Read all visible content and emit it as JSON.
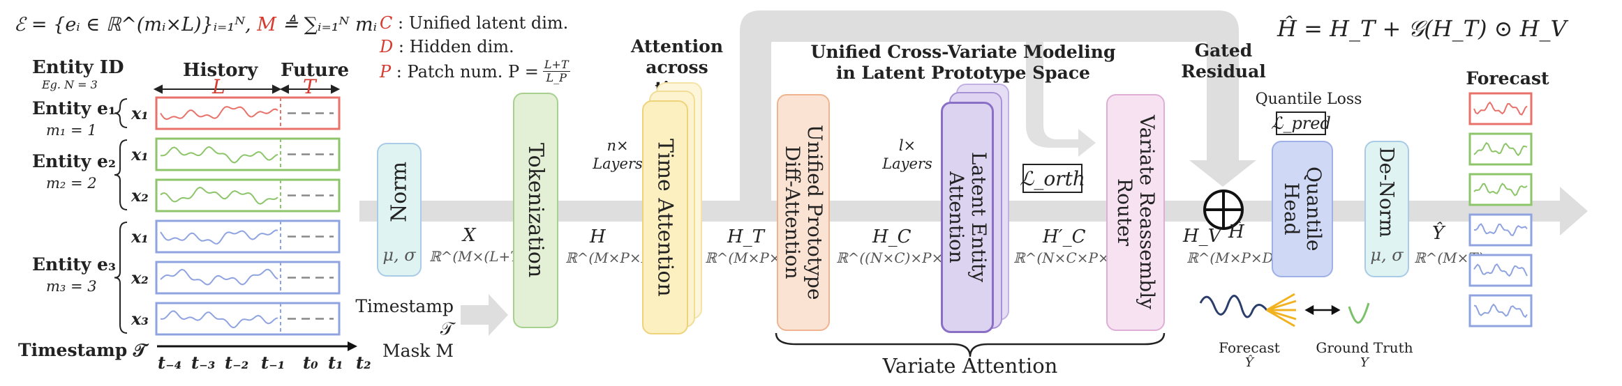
{
  "header": {
    "entity_set_formula": "ℰ = {eᵢ ∈ ℝ^(mᵢ×L)}ᵢ₌₁ᴺ,",
    "m_formula_M": "M",
    "m_formula_rest": "≜ ∑ᵢ₌₁ᴺ mᵢ",
    "h_hat_formula": "Ĥ = H_T + 𝒢(H_T) ⊙ H_V"
  },
  "legend": {
    "C_symbol": "C",
    "C_text": ": Unified latent dim.",
    "D_symbol": "D",
    "D_text": ": Hidden dim.",
    "P_symbol": "P",
    "P_text": ": Patch num. P =",
    "P_frac_num": "L+T",
    "P_frac_den": "L_P"
  },
  "entities": {
    "entity_id_title": "Entity ID",
    "entity_id_eg": "Eg. N = 3",
    "history_label": "History",
    "future_label": "Future",
    "L_label": "L",
    "T_label": "T",
    "items": [
      {
        "name": "Entity e₁",
        "m": "m₁ = 1",
        "vars": [
          "x₁"
        ],
        "color": "#e8716a"
      },
      {
        "name": "Entity e₂",
        "m": "m₂ = 2",
        "vars": [
          "x₁",
          "x₂"
        ],
        "color": "#8cc56a"
      },
      {
        "name": "Entity e₃",
        "m": "m₃ = 3",
        "vars": [
          "x₁",
          "x₂",
          "x₃"
        ],
        "color": "#8fa3e0"
      }
    ],
    "timestamp_label": "Timestamp 𝒯",
    "ticks": [
      "t₋₄",
      "t₋₃",
      "t₋₂",
      "t₋₁",
      "t₀",
      "t₁",
      "t₂"
    ]
  },
  "pipeline": {
    "norm": {
      "label": "Norm",
      "sub": "μ, σ"
    },
    "x_label": "X",
    "x_dim": "ℝ^(M×(L+T))",
    "timestamp_mask": "Timestamp 𝒯\nMask M",
    "tokenization": "Tokenization",
    "h_label": "H",
    "h_dim": "ℝ^(M×P×D)",
    "n_layers": "n×\nLayers",
    "attention_across_time": "Attention\nacross time",
    "time_attention": "Time Attention",
    "ht_label": "H_T",
    "ht_dim": "ℝ^(M×P×D)",
    "unified_cross_title": "Unified Cross-Variate Modeling\nin Latent Prototype Space",
    "unified_prototype": "Unified Prototype\nDiff-Attention",
    "hc_label": "H_C",
    "hc_dim": "ℝ^((N×C)×P×D)",
    "l_layers": "l×\nLayers",
    "latent_entity": "Latent Entity\nAttention",
    "l_orth": "ℒ_orth",
    "hc_prime_label": "H′_C",
    "hc_prime_dim": "ℝ^(N×C×P×D)",
    "variate_router": "Variate Reassembly\nRouter",
    "variate_attention": "Variate Attention",
    "gated_residual": "Gated\nResidual",
    "hv_label": "H_V",
    "hv_dim": "ℝ^(M×P×D)",
    "h_hat_label": "Ĥ",
    "quantile_loss": "Quantile Loss",
    "l_pred": "ℒ_pred",
    "quantile_head": "Quantile\nHead",
    "denorm": {
      "label": "De-Norm",
      "sub": "μ, σ"
    },
    "y_hat_label": "Ŷ",
    "y_hat_dim": "ℝ^(M×T)",
    "forecast_bottom": "Forecast",
    "forecast_bottom_sym": "Ŷ",
    "ground_truth": "Ground Truth",
    "ground_truth_sym": "Y",
    "forecast_title": "Forecast"
  },
  "colors": {
    "red": "#e8716a",
    "green": "#8cc56a",
    "blue": "#8fa3e0",
    "norm_fill": "#dff4f2",
    "norm_border": "#a9cbe6",
    "token_fill": "#e3f0d6",
    "token_border": "#a7d08e",
    "time_fill": "#fdf2c6",
    "time_border": "#f0d983",
    "proto_fill": "#fbe3d3",
    "proto_border": "#efb48f",
    "latent_fill": "#dcd3f0",
    "latent_border": "#8a6fc6",
    "router_fill": "#f7e2f2",
    "router_border": "#dfaed6",
    "qhead_fill": "#cfd8f5",
    "qhead_border": "#9fb0e6",
    "flow_arrow": "#dedede",
    "accent_red": "#d63a2f"
  }
}
